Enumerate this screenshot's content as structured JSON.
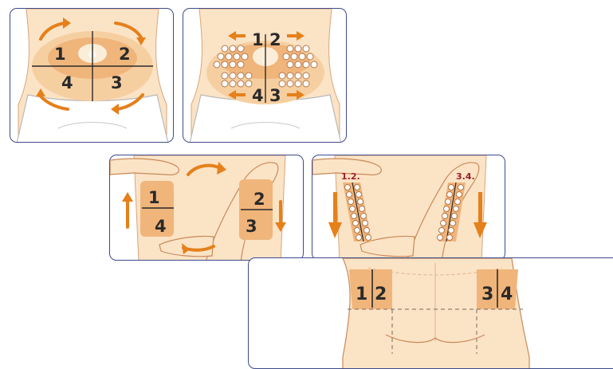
{
  "panels": {
    "abdomen_circular": {
      "labels": [
        "1",
        "2",
        "3",
        "4"
      ],
      "icons": [
        "circular-arrow-icon"
      ]
    },
    "abdomen_points": {
      "labels": [
        "1",
        "2",
        "3",
        "4"
      ],
      "icons": [
        "arrow-left-icon",
        "arrow-right-icon"
      ]
    },
    "back_circular": {
      "labels": [
        "1",
        "2",
        "3",
        "4"
      ],
      "icons": [
        "circular-arrow-icon",
        "arrow-up-icon",
        "arrow-down-icon"
      ]
    },
    "back_points": {
      "labels": [
        "1.2.",
        "3.4."
      ],
      "icons": [
        "arrow-down-icon"
      ]
    },
    "buttocks": {
      "labels": [
        "1",
        "2",
        "3",
        "4"
      ]
    }
  },
  "colors": {
    "skin": "#fbe3c6",
    "skin_shade": "#f6cfa1",
    "massage_zone": "#f0b57b",
    "arrow": "#e5801a",
    "panel_border": "#3d4a8a",
    "outline": "#c88a5a",
    "points_label": "#9a1f2a"
  }
}
